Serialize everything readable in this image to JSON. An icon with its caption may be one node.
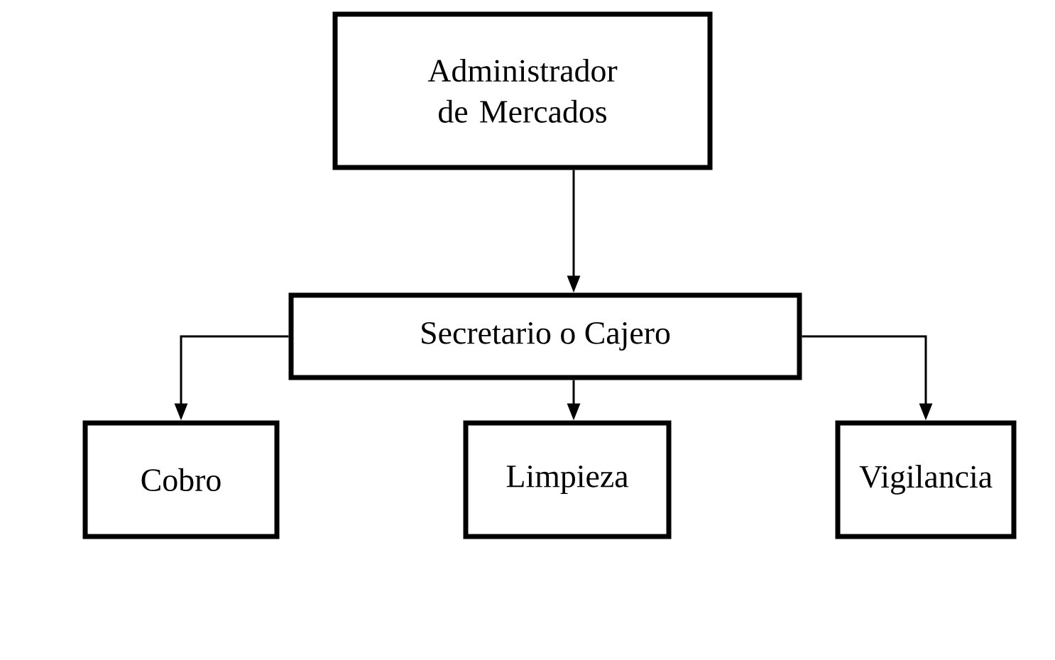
{
  "diagram": {
    "nodes": [
      {
        "text": [
          "Administrador de Mercados"
        ]
      },
      {
        "text": [
          "Secretario o Cajero"
        ]
      },
      {
        "text": [
          "Cobro"
        ]
      },
      {
        "text": [
          "Limpieza"
        ]
      },
      {
        "text": [
          "Vigilancia"
        ]
      }
    ],
    "edges": [
      {
        "from": 0,
        "to": 1,
        "arrow": "to"
      },
      {
        "from": 1,
        "to": 2,
        "arrow": "to"
      },
      {
        "from": 1,
        "to": 3,
        "arrow": "to"
      },
      {
        "from": 1,
        "to": 4,
        "arrow": "to"
      }
    ]
  }
}
